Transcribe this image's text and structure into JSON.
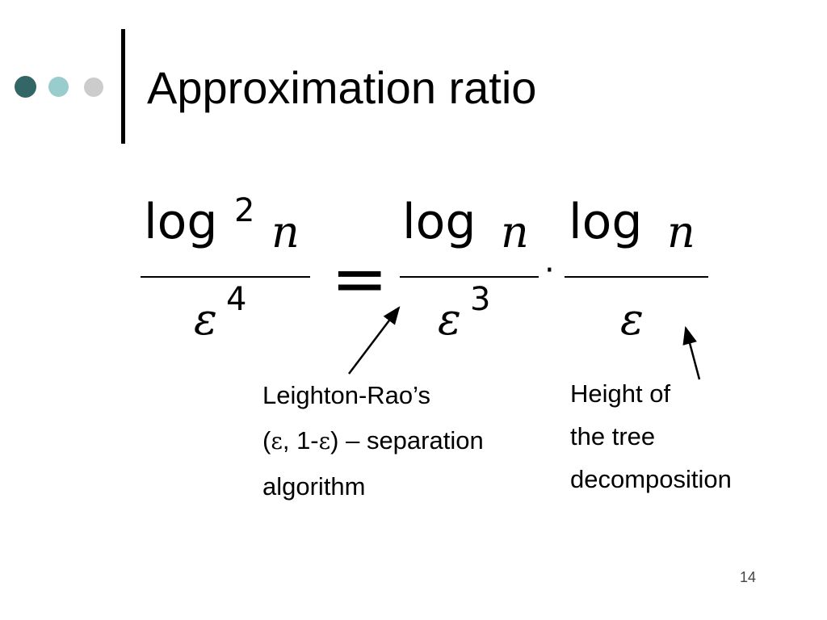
{
  "slide": {
    "title": "Approximation ratio",
    "page_number": "14",
    "bullet_colors": [
      "#336666",
      "#99cccc",
      "#cccccc"
    ]
  },
  "formula": {
    "lhs": {
      "num_log": "log",
      "num_exp": "2",
      "num_var": "n",
      "den_var": "ε",
      "den_exp": "4"
    },
    "equals": "=",
    "rhs1": {
      "num_log": "log",
      "num_var": "n",
      "den_var": "ε",
      "den_exp": "3"
    },
    "dot": "·",
    "rhs2": {
      "num_log": "log",
      "num_var": "n",
      "den_var": "ε"
    }
  },
  "annotations": {
    "left": {
      "line1": "Leighton-Rao’s",
      "line2_open": "(",
      "line2_eps1": "ε",
      "line2_mid": ", 1-",
      "line2_eps2": "ε",
      "line2_close": ") – separation",
      "line3": "algorithm"
    },
    "right": {
      "line1": "Height of",
      "line2": "the tree",
      "line3": "decomposition"
    }
  }
}
